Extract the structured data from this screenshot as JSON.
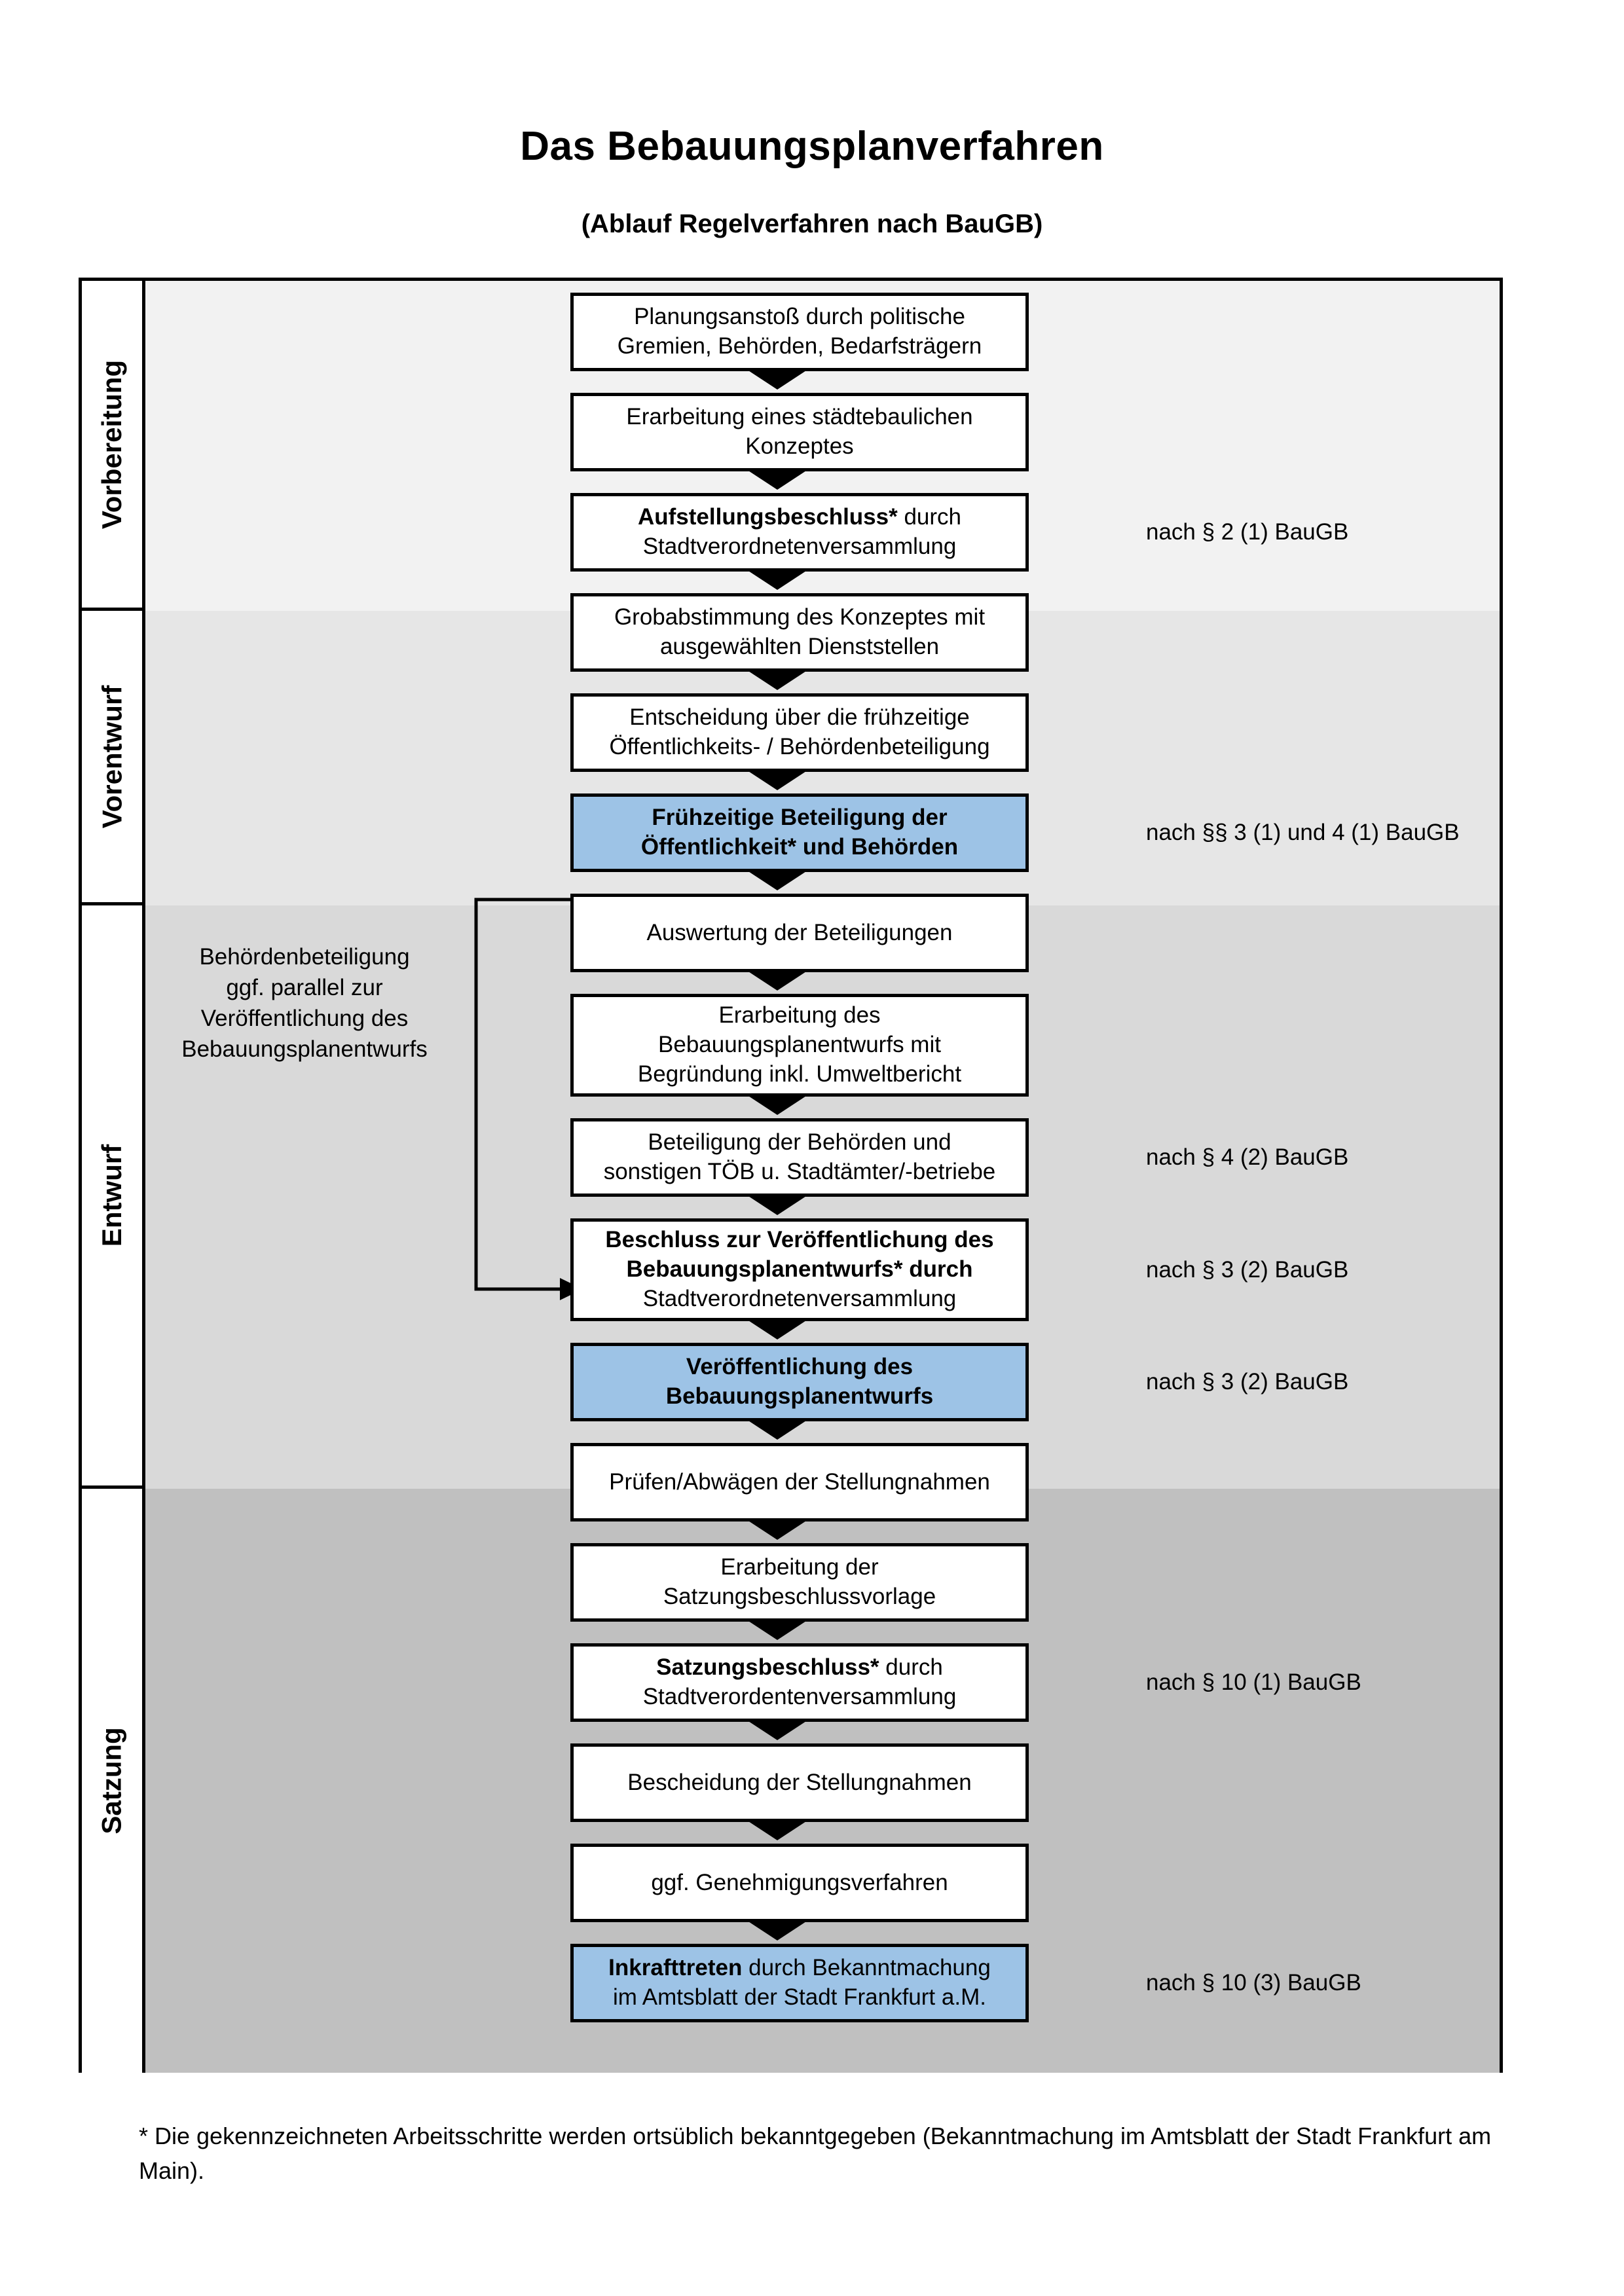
{
  "document": {
    "title": "Das Bebauungsplanverfahren",
    "subtitle": "(Ablauf Regelverfahren nach BauGB)",
    "footnote": "* Die gekennzeichneten Arbeitsschritte werden ortsüblich bekanntgegeben (Bekanntmachung im Amtsblatt  der Stadt Frankfurt am Main)."
  },
  "colors": {
    "band_vorbereitung": "#F2F2F2",
    "band_vorentwurf": "#E6E6E6",
    "band_entwurf": "#D9D9D9",
    "band_satzung": "#C0C0C0",
    "highlight_blue": "#9DC3E6",
    "box_border": "#000000",
    "box_fill": "#FFFFFF"
  },
  "phases": [
    {
      "label": "Vorbereitung"
    },
    {
      "label": "Vorentwurf"
    },
    {
      "label": "Entwurf"
    },
    {
      "label": "Satzung"
    }
  ],
  "side_note": {
    "line1": "Behördenbeteiligung",
    "line2": "ggf. parallel zur",
    "line3": "Veröffentlichung des",
    "line4": "Bebauungsplanentwurfs"
  },
  "steps": [
    {
      "phase": "Vorbereitung",
      "line1": "Planungsanstoß durch politische",
      "line2": "Gremien, Behörden, Bedarfsträgern",
      "bold_part": "",
      "highlight": false
    },
    {
      "phase": "Vorbereitung",
      "line1": "Erarbeitung eines städtebaulichen",
      "line2": "Konzeptes",
      "bold_part": "",
      "highlight": false
    },
    {
      "phase": "Vorbereitung",
      "line1": "Aufstellungsbeschluss* durch",
      "line2": "Stadtverordnetenversammlung",
      "bold_part": "Aufstellungsbeschluss*",
      "highlight": false
    },
    {
      "phase": "Vorentwurf",
      "line1": "Grobabstimmung des Konzeptes mit",
      "line2": "ausgewählten Dienststellen",
      "bold_part": "",
      "highlight": false
    },
    {
      "phase": "Vorentwurf",
      "line1": "Entscheidung über die frühzeitige",
      "line2": "Öffentlichkeits- / Behördenbeteiligung",
      "bold_part": "",
      "highlight": false
    },
    {
      "phase": "Vorentwurf",
      "line1": "Frühzeitige Beteiligung der",
      "line2": "Öffentlichkeit* und Behörden",
      "bold_part": "all",
      "highlight": true
    },
    {
      "phase": "Entwurf",
      "line1": "Auswertung der Beteiligungen",
      "line2": "",
      "bold_part": "",
      "highlight": false
    },
    {
      "phase": "Entwurf",
      "line1": "Erarbeitung des",
      "line2": "Bebauungsplanentwurfs mit",
      "line3": "Begründung inkl. Umweltbericht",
      "bold_part": "",
      "highlight": false
    },
    {
      "phase": "Entwurf",
      "line1": "Beteiligung der Behörden und",
      "line2": "sonstigen TÖB u. Stadtämter/-betriebe",
      "bold_part": "",
      "highlight": false
    },
    {
      "phase": "Entwurf",
      "line1": "Beschluss zur Veröffentlichung des",
      "line2": "Bebauungsplanentwurfs* durch",
      "line3": "Stadtverordnetenversammlung",
      "bold_part": "Beschluss zur Veröffentlichung des Bebauungsplanentwurfs*",
      "highlight": false
    },
    {
      "phase": "Entwurf",
      "line1": "Veröffentlichung des",
      "line2": "Bebauungsplanentwurfs",
      "bold_part": "all",
      "highlight": true
    },
    {
      "phase": "Satzung",
      "line1": "Prüfen/Abwägen der Stellungnahmen",
      "line2": "",
      "bold_part": "",
      "highlight": false
    },
    {
      "phase": "Satzung",
      "line1": "Erarbeitung der",
      "line2": "Satzungsbeschlussvorlage",
      "bold_part": "",
      "highlight": false
    },
    {
      "phase": "Satzung",
      "line1": "Satzungsbeschluss* durch",
      "line2": "Stadtverordentenversammlung",
      "bold_part": "Satzungsbeschluss*",
      "highlight": false
    },
    {
      "phase": "Satzung",
      "line1": "Bescheidung der Stellungnahmen",
      "line2": "",
      "bold_part": "",
      "highlight": false
    },
    {
      "phase": "Satzung",
      "line1": "ggf. Genehmigungsverfahren",
      "line2": "",
      "bold_part": "",
      "highlight": false
    },
    {
      "phase": "Satzung",
      "line1": "Inkrafttreten durch Bekanntmachung",
      "line2": "im Amtsblatt der Stadt Frankfurt a.M.",
      "bold_part": "Inkrafttreten",
      "highlight": true
    }
  ],
  "legal_notes": [
    {
      "text": "nach § 2 (1) BauGB"
    },
    {
      "text": "nach §§ 3 (1) und 4 (1) BauGB"
    },
    {
      "text": "nach § 4 (2) BauGB"
    },
    {
      "text": "nach § 3 (2) BauGB"
    },
    {
      "text": "nach § 3 (2) BauGB"
    },
    {
      "text": "nach § 10 (1) BauGB"
    },
    {
      "text": "nach § 10 (3) BauGB"
    }
  ]
}
